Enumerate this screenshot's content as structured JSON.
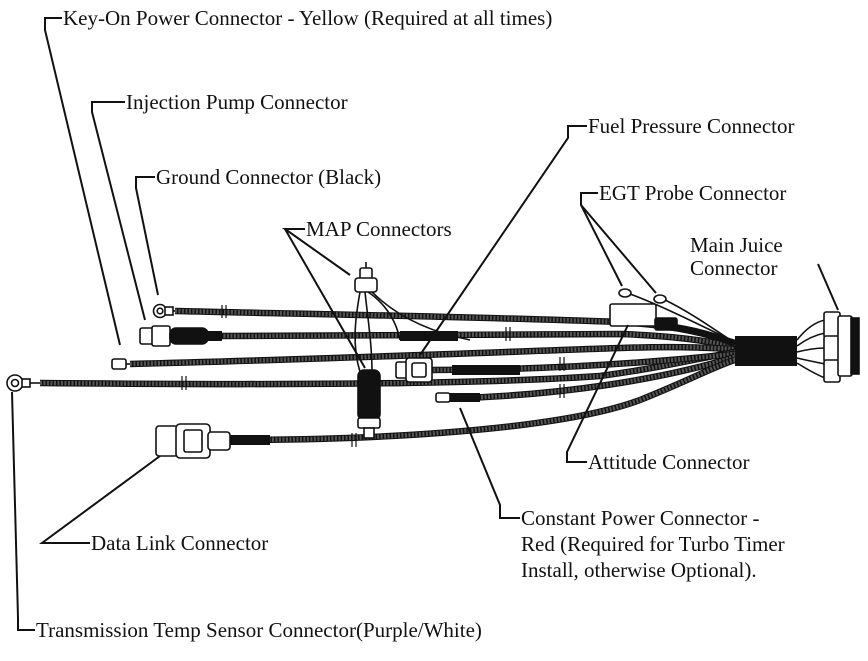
{
  "labels": {
    "key_on": "Key-On Power Connector - Yellow (Required at all times)",
    "injection_pump": "Injection Pump Connector",
    "fuel_pressure": "Fuel Pressure Connector",
    "ground": "Ground Connector (Black)",
    "egt_probe": "EGT Probe Connector",
    "map": "MAP Connectors",
    "main_juice_line1": "Main Juice",
    "main_juice_line2": "Connector",
    "attitude": "Attitude Connector",
    "constant_power_line1": "Constant Power Connector -",
    "constant_power_line2": "Red (Required for Turbo Timer",
    "constant_power_line3": "Install, otherwise Optional).",
    "data_link": "Data Link Connector",
    "transmission": "Transmission Temp Sensor Connector(Purple/White)"
  },
  "colors": {
    "ink": "#111111",
    "background": "#ffffff"
  }
}
